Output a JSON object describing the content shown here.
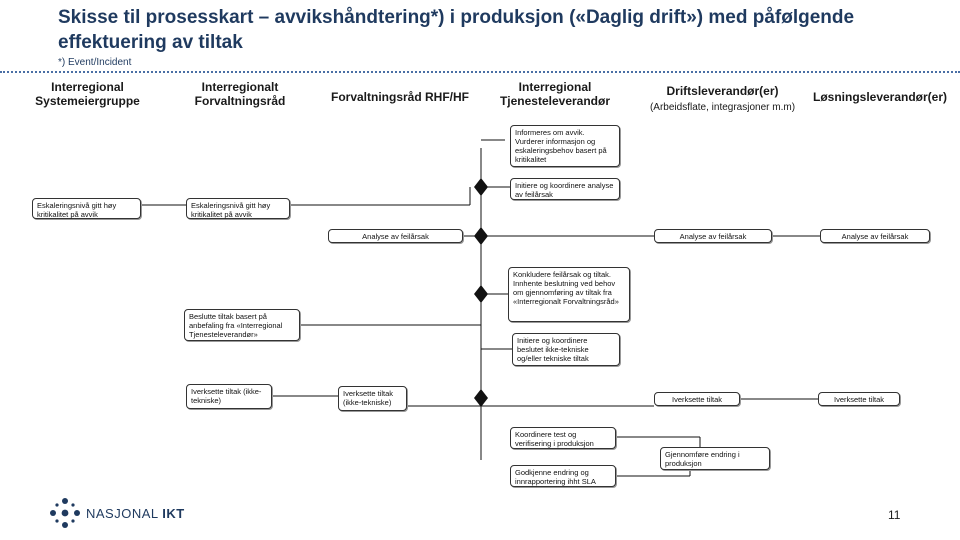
{
  "header": {
    "title": "Skisse til prosesskart – avvikshåndtering*) i produksjon («Daglig drift») med påfølgende effektuering av tiltak",
    "footnote": "*) Event/Incident"
  },
  "lanes": [
    {
      "title": "Interregional Systemeiergruppe",
      "subtitle": ""
    },
    {
      "title": "Interregionalt Forvaltningsråd",
      "subtitle": ""
    },
    {
      "title": "Forvaltningsråd RHF/HF",
      "subtitle": ""
    },
    {
      "title": "Interregional Tjenesteleverandør",
      "subtitle": ""
    },
    {
      "title": "Driftsleverandør(er)",
      "subtitle": "(Arbeidsflate, integrasjoner m.m)"
    },
    {
      "title": "Løsningsleverandør(er)",
      "subtitle": ""
    }
  ],
  "boxes": {
    "informeres": "Informeres om avvik. Vurderer informasjon og eskaleringsbehov basert på kritikalitet",
    "initiere": "Initiere og koordinere analyse av feilårsak",
    "eskal_sys": "Eskaleringsnivå gitt høy kritikalitet på avvik",
    "eskal_forv": "Eskaleringsnivå gitt høy kritikalitet på avvik",
    "analyse_rhf": "Analyse av feilårsak",
    "analyse_drift": "Analyse av feilårsak",
    "analyse_losn": "Analyse av feilårsak",
    "konkludere": "Konkludere feilårsak og tiltak. Innhente beslutning ved behov om gjennomføring av tiltak fra «Interregionalt Forvaltningsråd»",
    "beslutte": "Beslutte tiltak basert på anbefaling fra «Interregional Tjenesteleverandør»",
    "koord_tiltak": "Initiere og koordinere beslutet ikke-tekniske og/eller tekniske tiltak",
    "iverks_forv": "Iverksette tiltak (ikke-tekniske)",
    "iverks_rhf": "Iverksette tiltak (ikke-tekniske)",
    "iverks_drift": "Iverksette tiltak",
    "iverks_losn": "Iverksette tiltak",
    "koord_test": "Koordinere test og verifisering i produksjon",
    "gjennomfor": "Gjennomføre endring i produksjon",
    "godkjenne": "Godkjenne endring og innrapportering ihht SLA"
  },
  "footer": {
    "logo_light": "NASJONAL ",
    "logo_bold": "IKT",
    "page_number": "11"
  },
  "colors": {
    "title": "#1f3a5f",
    "line": "#111111",
    "logo_dots": "#1f3a5f"
  }
}
